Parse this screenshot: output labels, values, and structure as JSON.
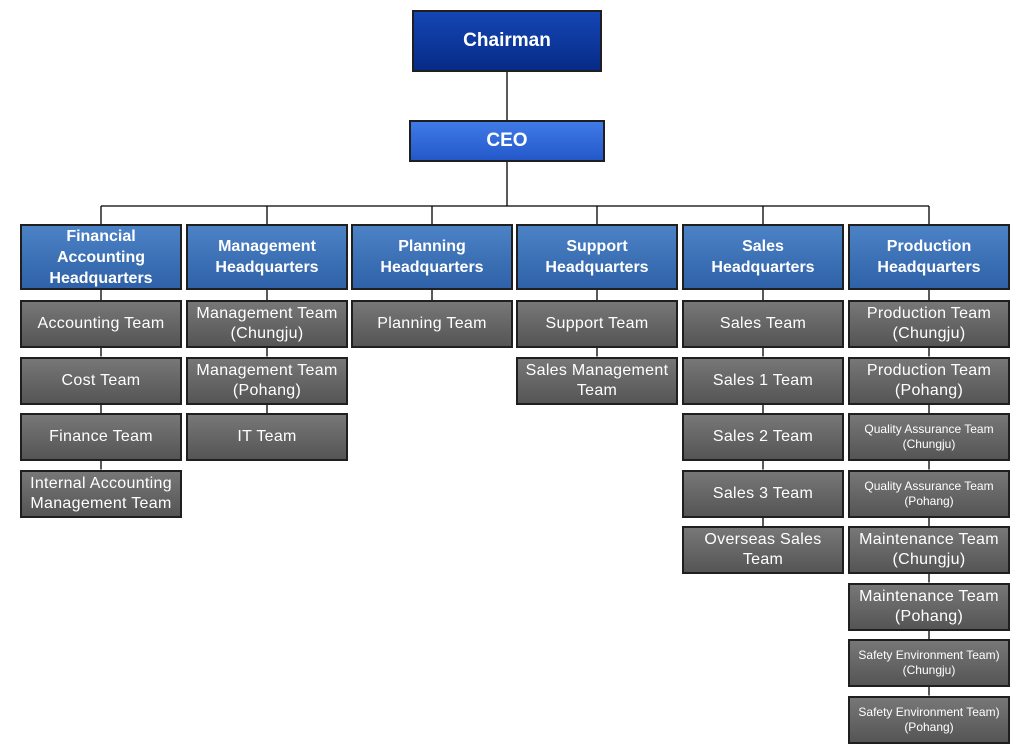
{
  "chairman": "Chairman",
  "ceo": "CEO",
  "headquarters": [
    {
      "label": "Financial\nAccounting\nHeadquarters",
      "teams": [
        "Accounting  Team",
        "Cost  Team",
        "Finance  Team",
        "Internal Accounting\nManagement Team"
      ]
    },
    {
      "label": "Management\nHeadquarters",
      "teams": [
        "Management  Team\n(Chungju)",
        "Management  Team\n(Pohang)",
        "IT  Team"
      ]
    },
    {
      "label": "Planning\nHeadquarters",
      "teams": [
        "Planning  Team"
      ]
    },
    {
      "label": "Support\nHeadquarters",
      "teams": [
        "Support  Team",
        "Sales  Management\nTeam"
      ]
    },
    {
      "label": "Sales\nHeadquarters",
      "teams": [
        "Sales  Team",
        "Sales  1  Team",
        "Sales  2  Team",
        "Sales  3  Team",
        "Overseas  Sales\nTeam"
      ]
    },
    {
      "label": "Production\nHeadquarters",
      "teams": [
        "Production  Team\n(Chungju)",
        "Production  Team\n(Pohang)",
        "Quality Assurance Team\n(Chungju)",
        "Quality Assurance Team\n(Pohang)",
        "Maintenance  Team\n(Chungju)",
        "Maintenance  Team\n(Pohang)",
        "Safety Environment Team)\n(Chungju)",
        "Safety Environment Team)\n(Pohang)"
      ]
    }
  ]
}
